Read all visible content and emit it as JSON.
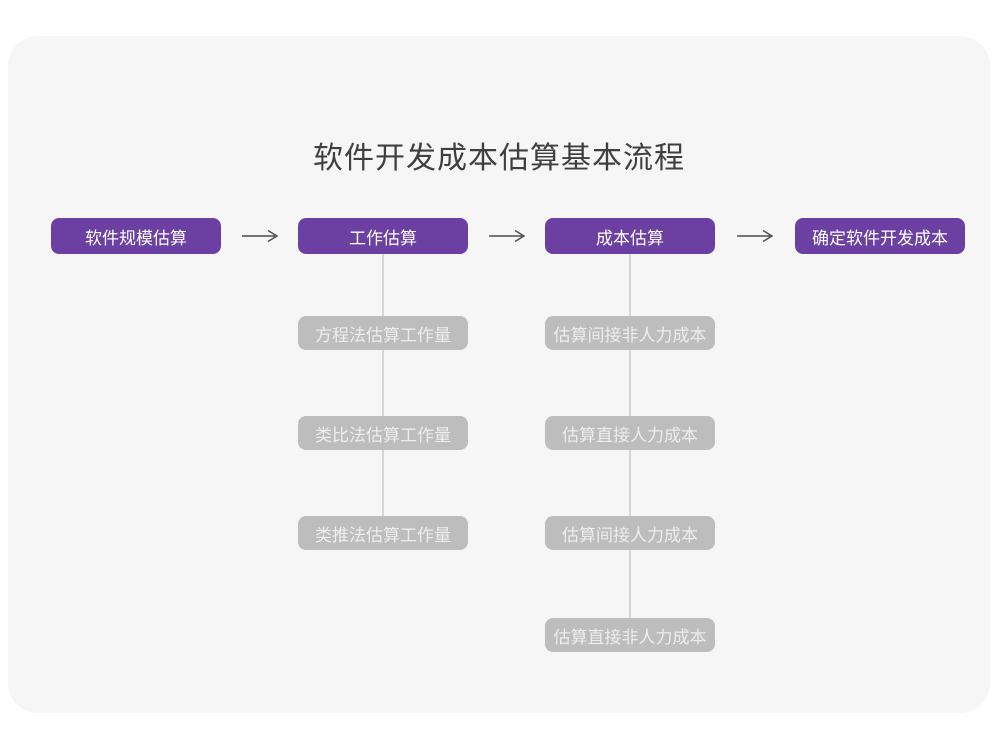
{
  "title": "软件开发成本估算基本流程",
  "colors": {
    "canvas": "#ffffff",
    "card": "#f6f6f6",
    "stage": "#6b40a2",
    "stage-text": "#ffffff",
    "substep": "#bdbdbd",
    "substep-text": "#ededed",
    "arrow": "#4a4a4a",
    "connector": "#d6d6d6",
    "title-text": "#3f3f3f"
  },
  "flow": {
    "stages": [
      {
        "label": "软件规模估算"
      },
      {
        "label": "工作估算"
      },
      {
        "label": "成本估算"
      },
      {
        "label": "确定软件开发成本"
      }
    ],
    "work_methods": [
      "方程法估算工作量",
      "类比法估算工作量",
      "类推法估算工作量"
    ],
    "cost_components": [
      "估算间接非人力成本",
      "估算直接人力成本",
      "估算间接人力成本",
      "估算直接非人力成本"
    ]
  }
}
